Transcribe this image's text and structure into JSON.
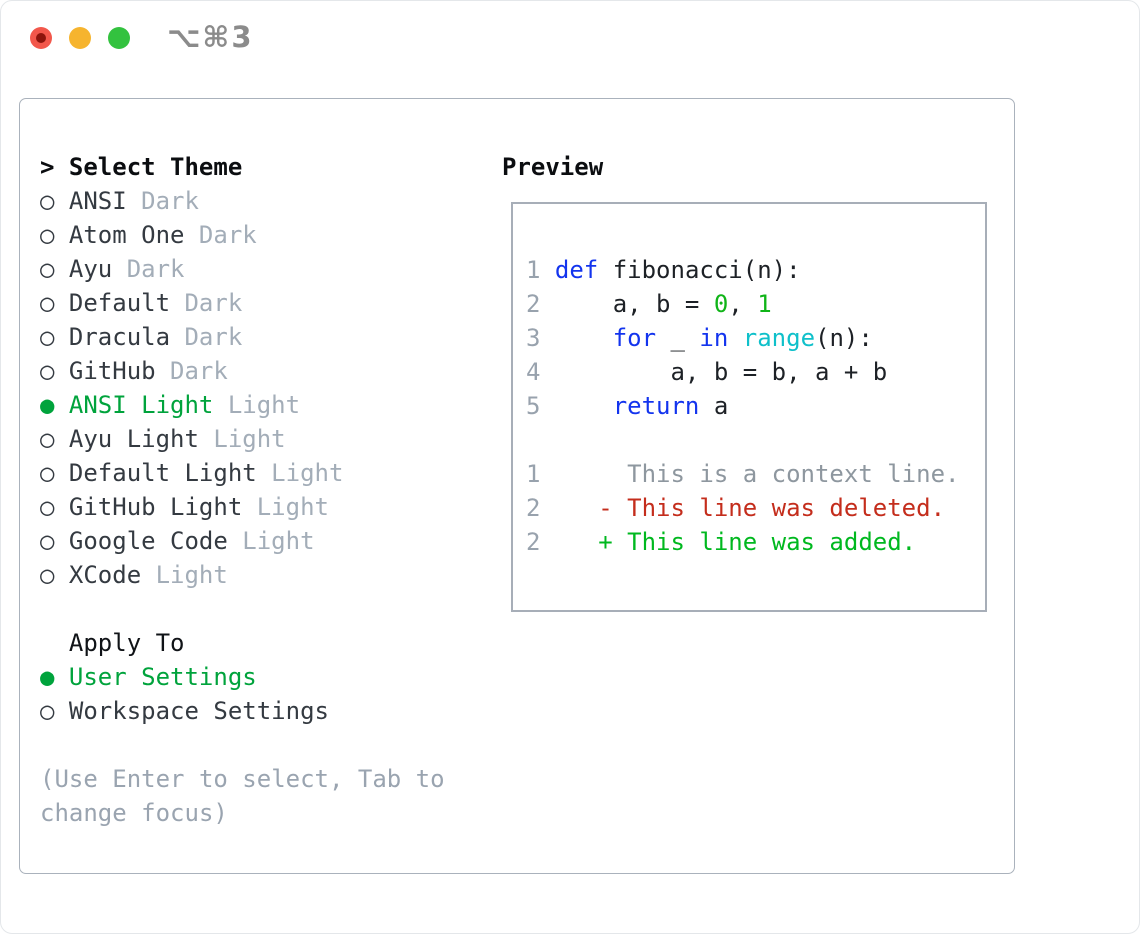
{
  "window": {
    "title": "⌥⌘3",
    "traffic_lights": {
      "close": "#f2574b",
      "close_dot": "#8c140c",
      "minimize": "#f6b42e",
      "zoom": "#33c23f"
    }
  },
  "colors": {
    "accent_selected_green": "#00a33c",
    "item_text": "#343a41",
    "tag_text": "#a3adb8",
    "help_text": "#9aa4b0",
    "syntax_keyword_blue": "#1334ee",
    "syntax_builtin_cyan": "#0fc0ca",
    "syntax_number_green": "#10b418",
    "diff_context_gray": "#8e979f",
    "diff_deleted_red": "#c42d1c",
    "diff_added_green": "#00b81f",
    "panel_border": "#aab2bc"
  },
  "theme_panel": {
    "header": {
      "prefix": ">",
      "label": "Select Theme"
    },
    "markers": {
      "selected": "●",
      "unselected": "○"
    },
    "themes": [
      {
        "name": "ANSI",
        "tag": "Dark",
        "selected": false
      },
      {
        "name": "Atom One",
        "tag": "Dark",
        "selected": false
      },
      {
        "name": "Ayu",
        "tag": "Dark",
        "selected": false
      },
      {
        "name": "Default",
        "tag": "Dark",
        "selected": false
      },
      {
        "name": "Dracula",
        "tag": "Dark",
        "selected": false
      },
      {
        "name": "GitHub",
        "tag": "Dark",
        "selected": false
      },
      {
        "name": "ANSI Light",
        "tag": "Light",
        "selected": true
      },
      {
        "name": "Ayu Light",
        "tag": "Light",
        "selected": false
      },
      {
        "name": "Default Light",
        "tag": "Light",
        "selected": false
      },
      {
        "name": "GitHub Light",
        "tag": "Light",
        "selected": false
      },
      {
        "name": "Google Code",
        "tag": "Light",
        "selected": false
      },
      {
        "name": "XCode",
        "tag": "Light",
        "selected": false
      }
    ],
    "apply_to": {
      "label": "Apply To",
      "options": [
        {
          "name": "User Settings",
          "selected": true
        },
        {
          "name": "Workspace Settings",
          "selected": false
        }
      ]
    },
    "help_lines": [
      "(Use Enter to select, Tab to",
      "change focus)"
    ]
  },
  "preview": {
    "title": "Preview",
    "lines": [
      {
        "num": "1",
        "tokens": [
          {
            "t": "def",
            "c": "kw"
          },
          {
            "t": " fibonacci(n):",
            "c": "p"
          }
        ]
      },
      {
        "num": "2",
        "tokens": [
          {
            "t": "    a, b = ",
            "c": "p"
          },
          {
            "t": "0",
            "c": "num"
          },
          {
            "t": ", ",
            "c": "p"
          },
          {
            "t": "1",
            "c": "num"
          }
        ]
      },
      {
        "num": "3",
        "tokens": [
          {
            "t": "    ",
            "c": "p"
          },
          {
            "t": "for",
            "c": "kw"
          },
          {
            "t": " _ ",
            "c": "p"
          },
          {
            "t": "in",
            "c": "kw"
          },
          {
            "t": " ",
            "c": "p"
          },
          {
            "t": "range",
            "c": "fn"
          },
          {
            "t": "(n):",
            "c": "p"
          }
        ]
      },
      {
        "num": "4",
        "tokens": [
          {
            "t": "        a, b = b, a + b",
            "c": "p"
          }
        ]
      },
      {
        "num": "5",
        "tokens": [
          {
            "t": "    ",
            "c": "p"
          },
          {
            "t": "return",
            "c": "kw"
          },
          {
            "t": " a",
            "c": "p"
          }
        ]
      },
      {
        "num": "",
        "tokens": []
      },
      {
        "num": "1",
        "tokens": [
          {
            "t": "     This is a context line.",
            "c": "ctx"
          }
        ]
      },
      {
        "num": "2",
        "tokens": [
          {
            "t": "   - This line was deleted.",
            "c": "del"
          }
        ]
      },
      {
        "num": "2",
        "tokens": [
          {
            "t": "   + This line was added.",
            "c": "add"
          }
        ]
      }
    ]
  }
}
